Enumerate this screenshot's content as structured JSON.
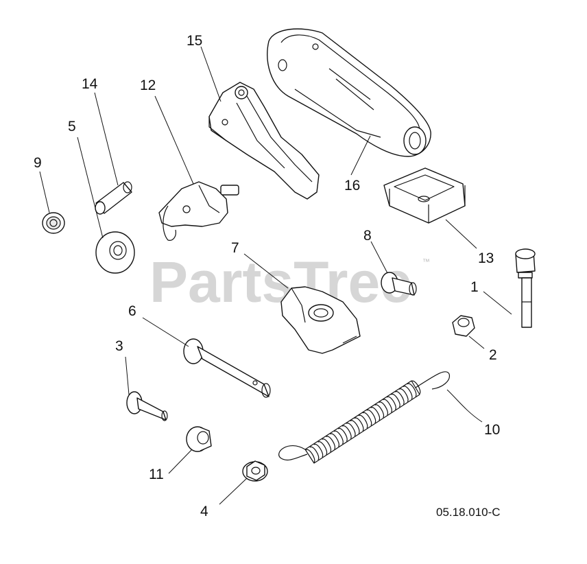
{
  "watermark": {
    "text": "PartsTree",
    "trademark": "™"
  },
  "document_number": "05.18.010-C",
  "callouts": [
    "1",
    "2",
    "3",
    "4",
    "5",
    "6",
    "7",
    "8",
    "9",
    "10",
    "11",
    "12",
    "13",
    "14",
    "15",
    "16"
  ]
}
